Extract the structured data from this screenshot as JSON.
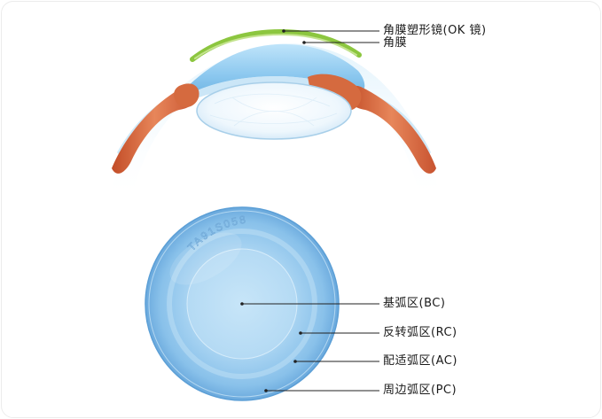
{
  "eye_labels": {
    "ok_lens": "角膜塑形镜(OK 镜)",
    "cornea": "角膜"
  },
  "lens_engraving": "TA91S058",
  "lens_zone_labels": {
    "base_curve": "基弧区(BC)",
    "reverse_curve": "反转弧区(RC)",
    "alignment_curve": "配适弧区(AC)",
    "peripheral_curve": "周边弧区(PC)"
  },
  "colors": {
    "ok_lens_green": "#8cc63f",
    "cornea_blue": "#9fd0ee",
    "iris_orange": "#d8643a",
    "lens_blue": "#8fc6ec",
    "leader_line": "#222222"
  }
}
